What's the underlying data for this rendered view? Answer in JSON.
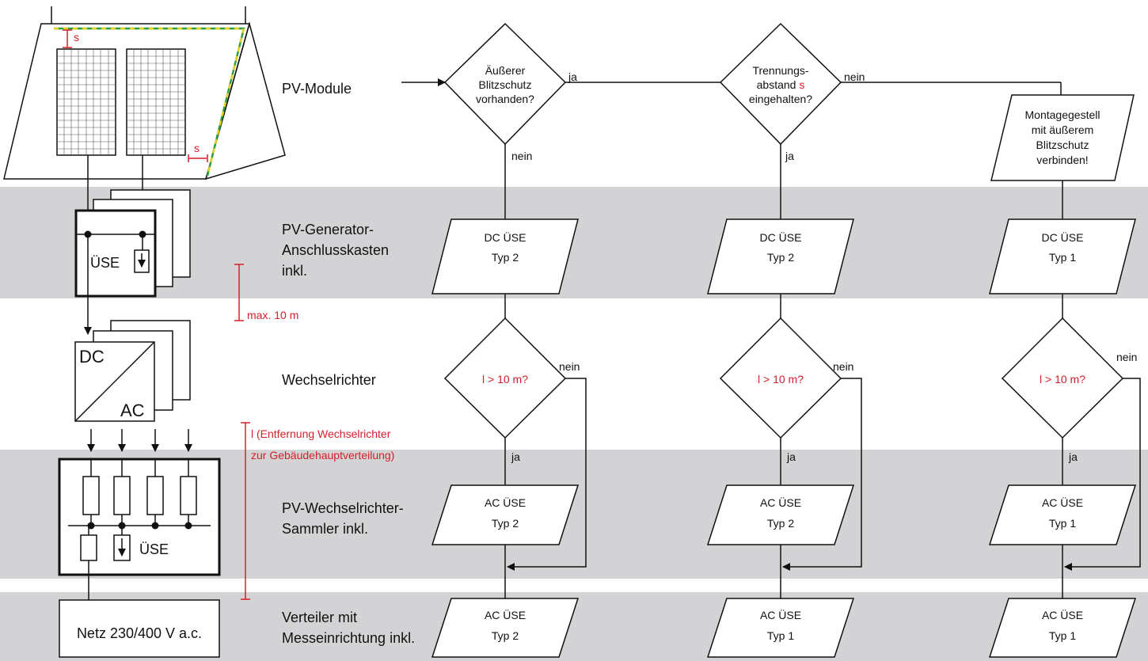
{
  "labels": {
    "pv_module": "PV-Module",
    "generator_box": [
      "PV-Generator-",
      "Anschlusskasten",
      "inkl."
    ],
    "inverter": "Wechselrichter",
    "collector": [
      "PV-Wechselrichter-",
      "Sammler inkl."
    ],
    "distributor": [
      "Verteiler mit",
      "Messeinrichtung inkl."
    ]
  },
  "left_diagram": {
    "spd_box1": "ÜSE",
    "dc": "DC",
    "ac": "AC",
    "spd_box2": "ÜSE",
    "grid": "Netz 230/400 V a.c.",
    "s1": "s",
    "s2": "s"
  },
  "dimensions": {
    "max10": "max. 10 m",
    "distance": [
      "l (Entfernung Wechselrichter",
      "zur Gebäudehauptverteilung)"
    ]
  },
  "flow": {
    "decision_lps": [
      "Äußerer",
      "Blitzschutz",
      "vorhanden?"
    ],
    "decision_sep": [
      "Trennungs-",
      "abstand",
      "s",
      "eingehalten?"
    ],
    "connect_box": [
      "Montagegestell",
      "mit äußerem",
      "Blitzschutz",
      "verbinden!"
    ],
    "yes": "ja",
    "no": "nein",
    "cond_l": "l > 10 m?",
    "columns": [
      {
        "dc": [
          "DC ÜSE",
          "Typ 2"
        ],
        "ac1": [
          "AC ÜSE",
          "Typ 2"
        ],
        "ac2": [
          "AC ÜSE",
          "Typ 2"
        ]
      },
      {
        "dc": [
          "DC ÜSE",
          "Typ 2"
        ],
        "ac1": [
          "AC ÜSE",
          "Typ 2"
        ],
        "ac2": [
          "AC ÜSE",
          "Typ 1"
        ]
      },
      {
        "dc": [
          "DC ÜSE",
          "Typ 1"
        ],
        "ac1": [
          "AC ÜSE",
          "Typ 1"
        ],
        "ac2": [
          "AC ÜSE",
          "Typ 1"
        ]
      }
    ]
  }
}
